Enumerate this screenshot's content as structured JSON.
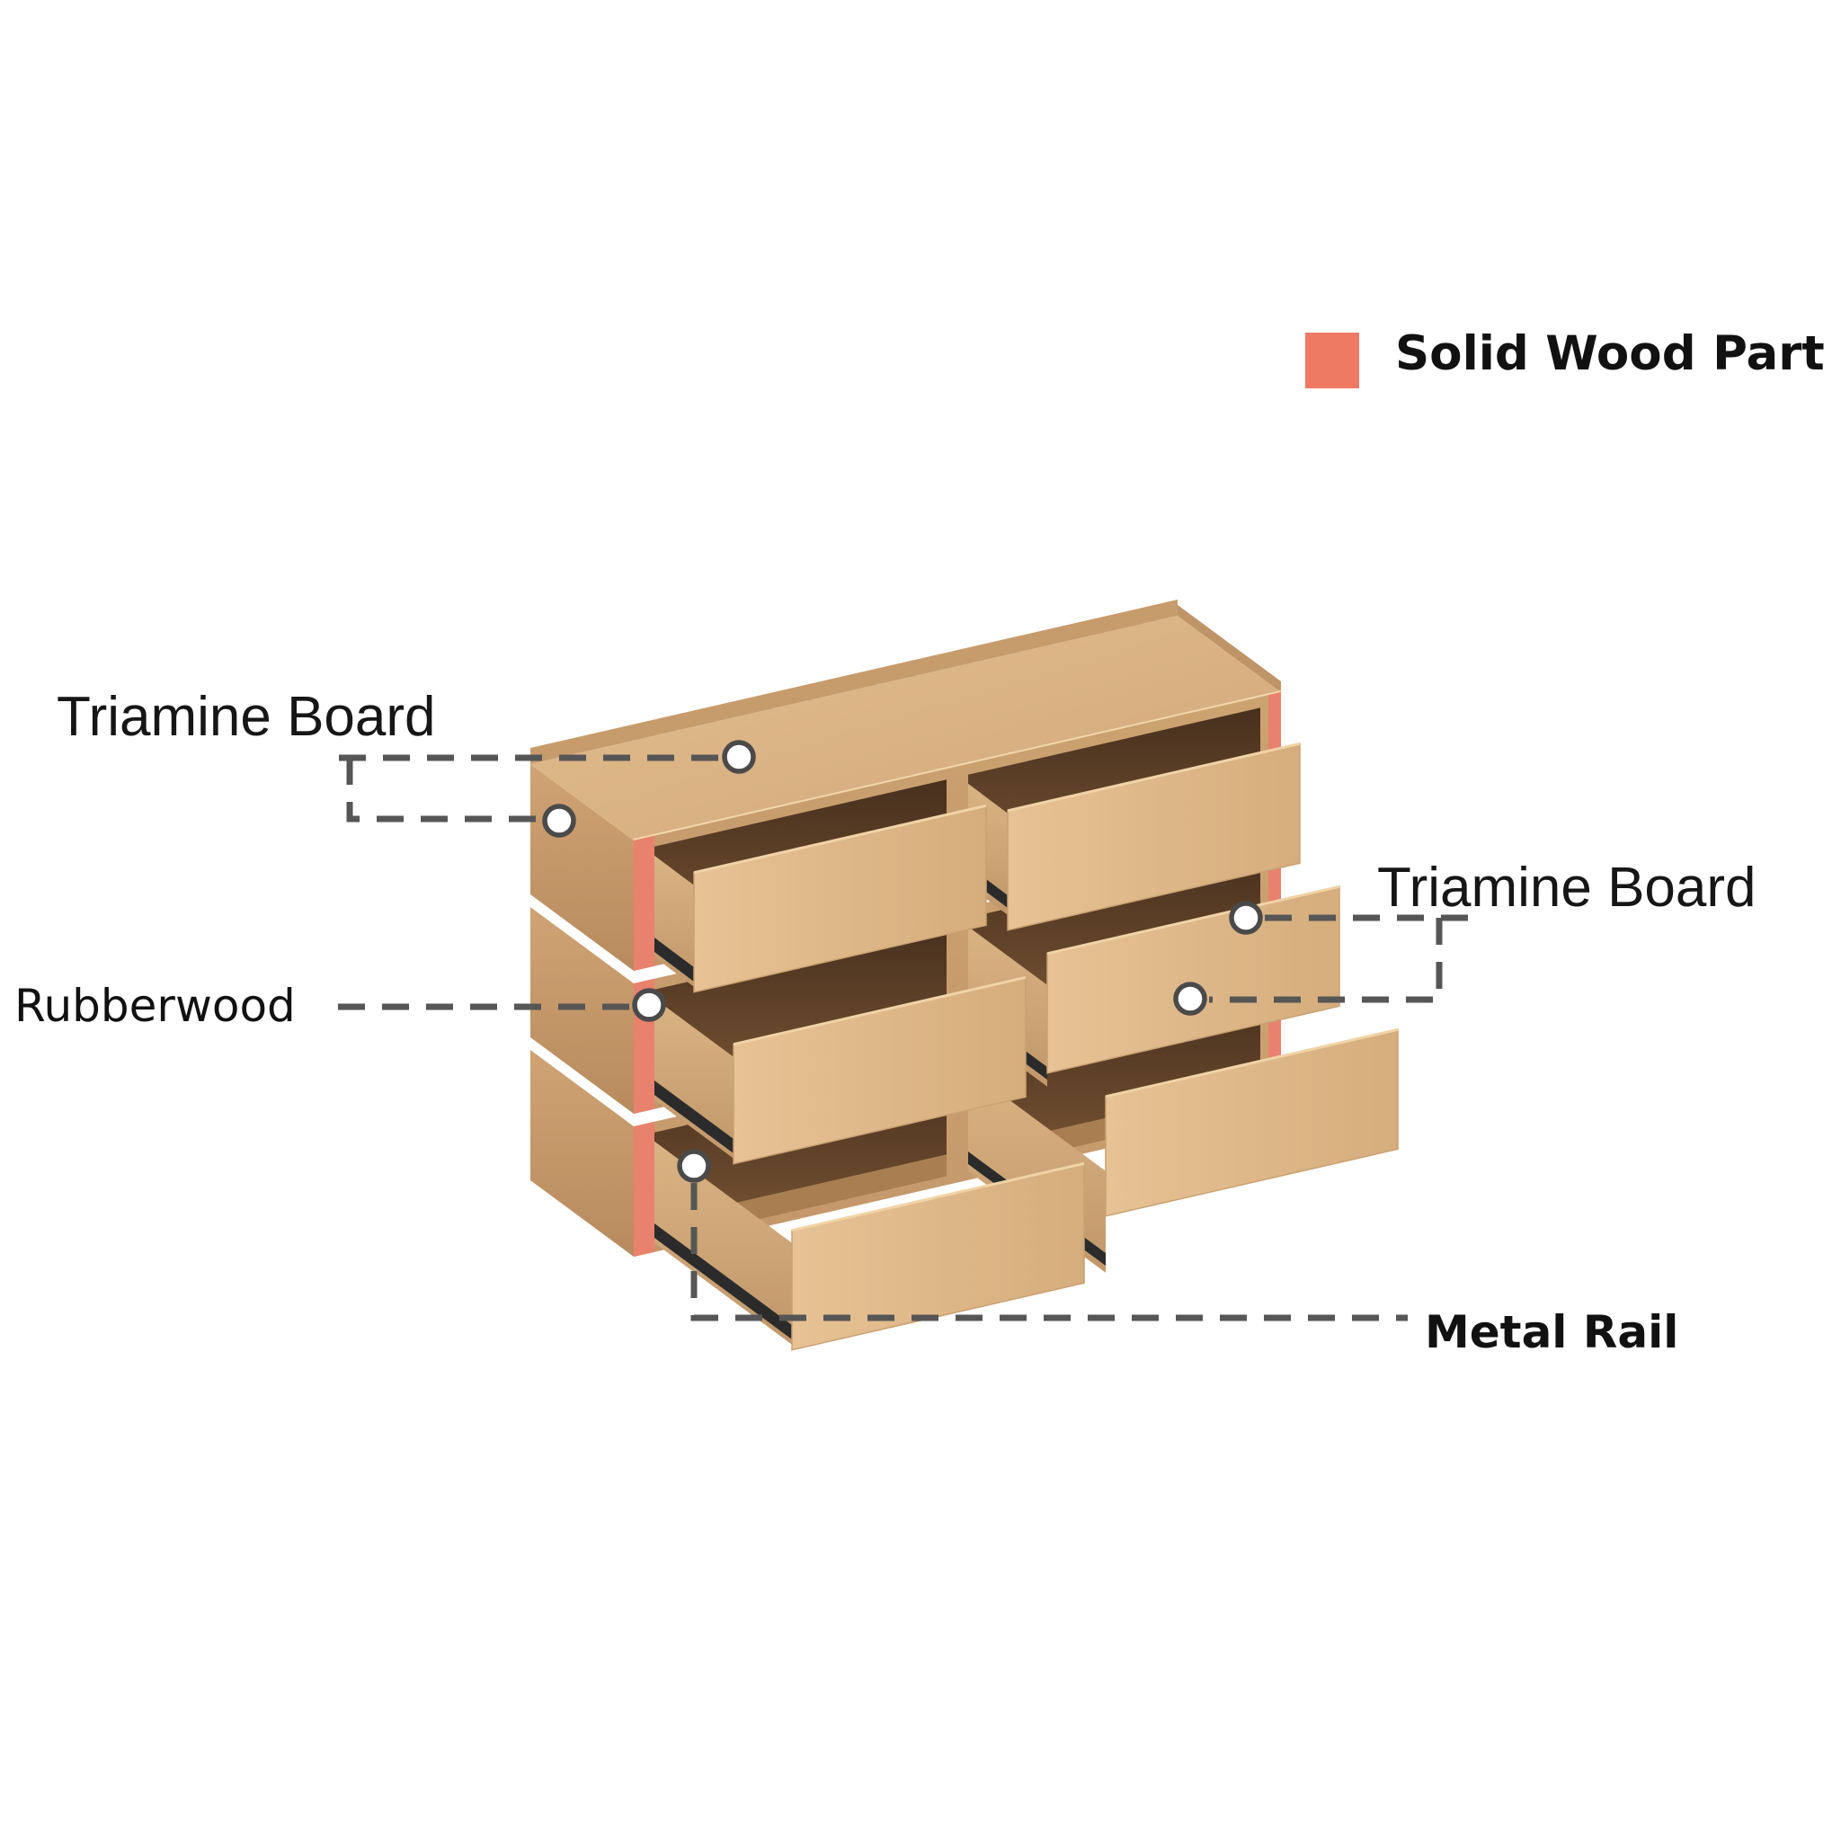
{
  "legend": {
    "swatch_color": "#ee7a64",
    "label": "Solid Wood Part"
  },
  "labels": {
    "triamine_board_left": "Triamine Board",
    "triamine_board_right": "Triamine Board",
    "rubberwood": "Rubberwood",
    "metal_rail": "Metal Rail"
  },
  "colors": {
    "solid_wood_accent": "#e8826d",
    "annotation_line": "#565656",
    "marker_ring": "#4a4a4a",
    "background": "#ffffff"
  }
}
